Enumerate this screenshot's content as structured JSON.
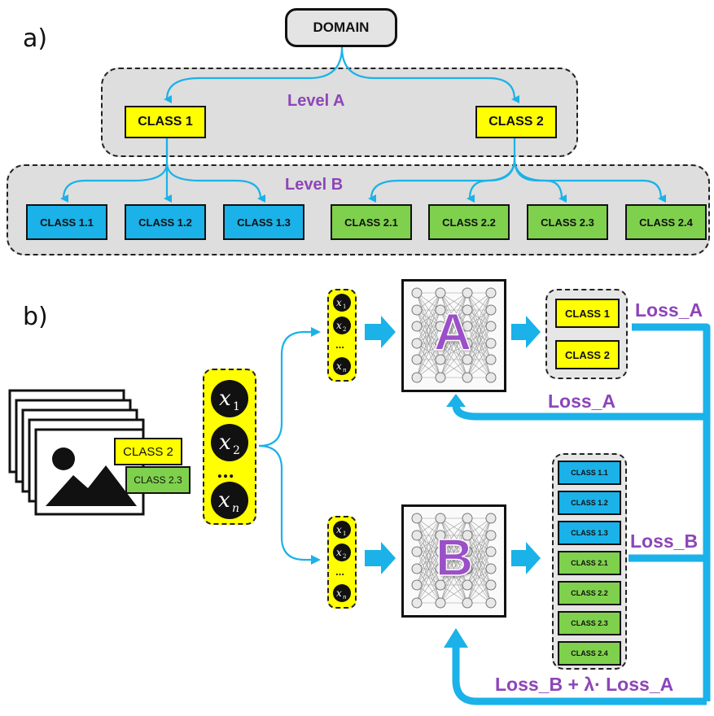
{
  "panel_a": {
    "label": "a)",
    "root": "DOMAIN",
    "level_a": "Level A",
    "level_b": "Level B",
    "level_a_classes": [
      "CLASS 1",
      "CLASS 2"
    ],
    "class1_children": [
      "CLASS 1.1",
      "CLASS 1.2",
      "CLASS 1.3"
    ],
    "class2_children": [
      "CLASS 2.1",
      "CLASS 2.2",
      "CLASS 2.3",
      "CLASS 2.4"
    ]
  },
  "panel_b": {
    "label": "b)",
    "image_tags": [
      "CLASS 2",
      "CLASS 2.3"
    ],
    "feature_vector": [
      "x",
      "1",
      "x",
      "2",
      "…",
      "x",
      "n"
    ],
    "network_a": "A",
    "network_b": "B",
    "outputs_a": [
      "CLASS 1",
      "CLASS 2"
    ],
    "outputs_b": [
      "CLASS 1.1",
      "CLASS 1.2",
      "CLASS 1.3",
      "CLASS 2.1",
      "CLASS 2.2",
      "CLASS 2.3",
      "CLASS 2.4"
    ],
    "loss_a_right": "Loss_A",
    "loss_a_feedback": "Loss_A",
    "loss_b_right": "Loss_B",
    "loss_combined": "Loss_B + λ· Loss_A"
  },
  "colors": {
    "level_a_fill": "#ffff00",
    "class1_children_fill": "#1ab2e8",
    "class2_children_fill": "#7fd14d",
    "arrow": "#1ab2e8",
    "loss_text": "#8d45b8"
  }
}
